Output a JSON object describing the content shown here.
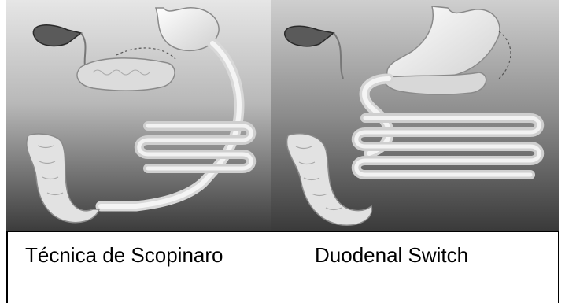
{
  "panels": [
    {
      "id": "scopinaro",
      "caption": "Técnica de Scopinaro"
    },
    {
      "id": "duodenal-switch",
      "caption": "Duodenal Switch"
    }
  ],
  "colors": {
    "background_light": "#e4e4e4",
    "background_dark": "#3a3a3a",
    "organ_fill": "#e9e9e9",
    "organ_outline": "#9a9a9a",
    "caption_border": "#000000"
  }
}
